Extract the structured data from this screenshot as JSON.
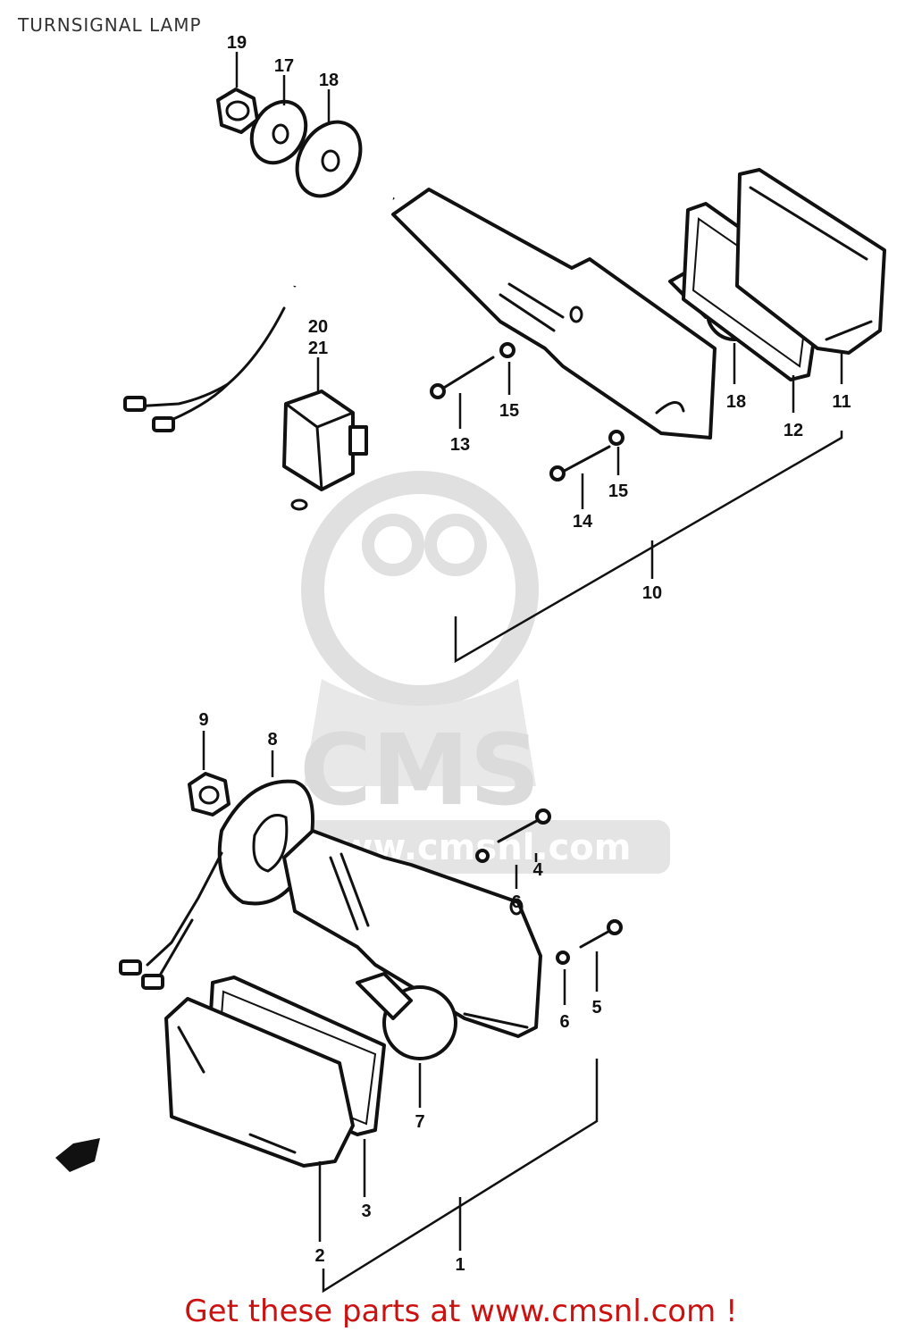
{
  "title": "TURNSIGNAL LAMP",
  "callouts": {
    "c19": "19",
    "c17": "17",
    "c18a": "18",
    "c20": "20",
    "c21": "21",
    "c13": "13",
    "c15a": "15",
    "c18b": "18",
    "c12": "12",
    "c11": "11",
    "c14": "14",
    "c15b": "15",
    "c10": "10",
    "c9": "9",
    "c8": "8",
    "c4": "4",
    "c6a": "6",
    "c6b": "6",
    "c5": "5",
    "c7": "7",
    "c3": "3",
    "c2": "2",
    "c1": "1"
  },
  "watermark": {
    "brand": "CMS",
    "url": "www.cmsnl.com"
  },
  "cta_text": "Get these parts at www.cmsnl.com !",
  "colors": {
    "cta": "#cc1111",
    "line": "#111111",
    "watermark": "#d8d8d8"
  }
}
